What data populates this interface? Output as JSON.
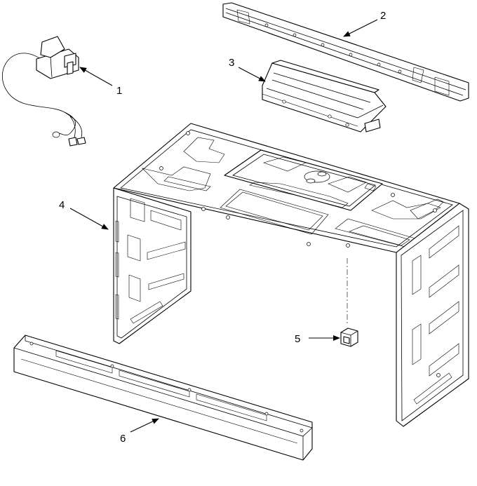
{
  "colors": {
    "line": "#000000",
    "background": "#ffffff"
  },
  "callouts": [
    {
      "label": "1",
      "part": "power-cord"
    },
    {
      "label": "2",
      "part": "top-rail"
    },
    {
      "label": "3",
      "part": "top-bracket"
    },
    {
      "label": "4",
      "part": "cabinet-frame"
    },
    {
      "label": "5",
      "part": "clip"
    },
    {
      "label": "6",
      "part": "front-trim"
    }
  ]
}
